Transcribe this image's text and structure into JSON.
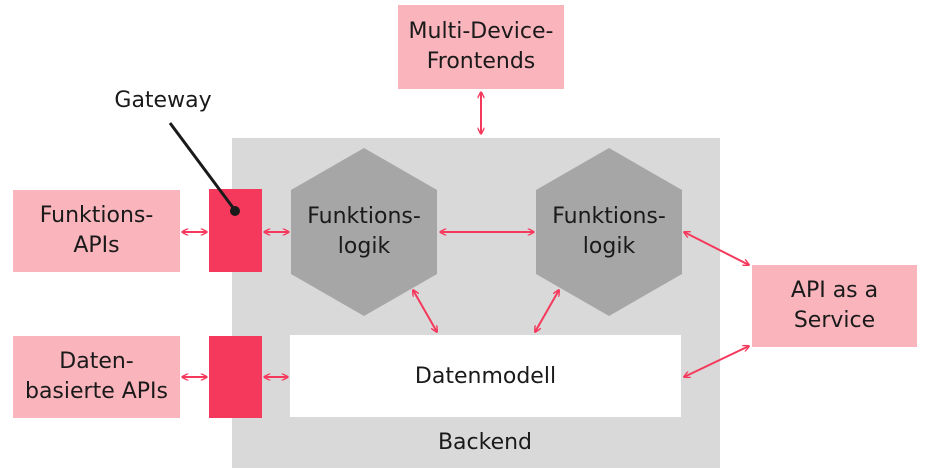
{
  "labels": {
    "multi_device": [
      "Multi-Device-",
      "Frontends"
    ],
    "gateway": "Gateway",
    "funktions_apis": [
      "Funktions-",
      "APIs"
    ],
    "daten_apis": [
      "Daten-",
      "basierte APIs"
    ],
    "logic_left": [
      "Funktions-",
      "logik"
    ],
    "logic_right": [
      "Funktions-",
      "logik"
    ],
    "datenmodell": "Datenmodell",
    "backend": "Backend",
    "api_service": [
      "API as a",
      "Service"
    ]
  },
  "colors": {
    "pink_box": "#f9b4bc",
    "gateway": "#f5395c",
    "arrow": "#f5395c",
    "backend": "#d9d9d9",
    "hexagon": "#a6a6a6"
  }
}
